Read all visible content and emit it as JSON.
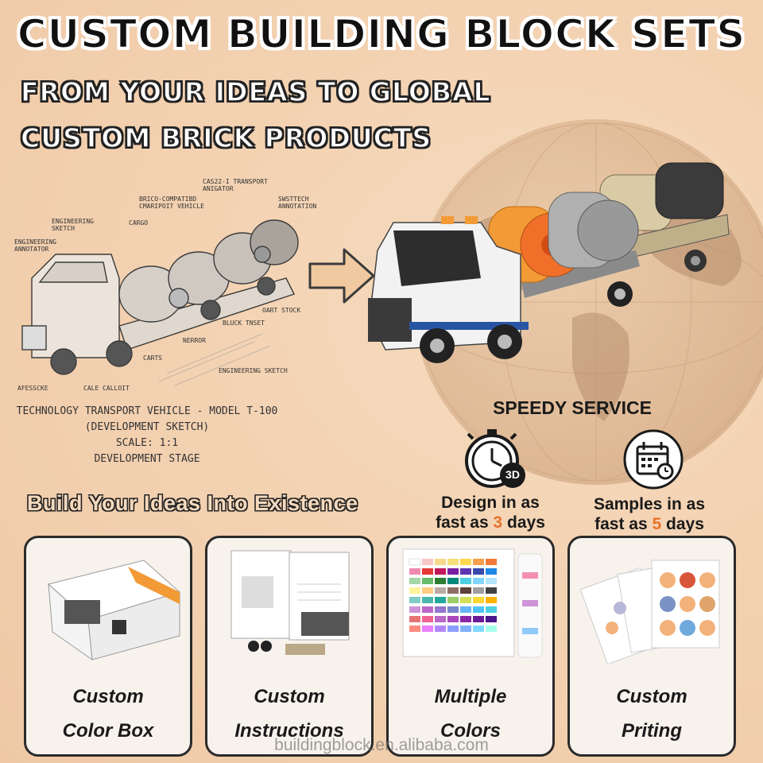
{
  "header": {
    "title": "CUSTOM BUILDING BLOCK SETS",
    "subtitle_line1": "FROM YOUR IDEAS TO GLOBAL",
    "subtitle_line2": "CUSTOM BRICK PRODUCTS"
  },
  "sketch": {
    "labels": {
      "transport": "CAS22-I TRANSPORT ANIGATOR",
      "compatible": "BRICO-COMPATIBD CMARIPOIT VEHICLE",
      "swsttech": "SWSTTECH ANNOTATION",
      "eng_sketch_top": "ENGINEERING SKETCH",
      "cargo": "CARGO",
      "eng_annotator": "ENGINEERING ANNOTATOR",
      "oart_stock": "OART STOCK",
      "bluck_inset": "BLUCK TNSET",
      "nerror": "NERROR",
      "carts": "CARTS",
      "eng_sketch_bottom": "ENGINEERING SKETCH",
      "afessoke": "AFESSCKE",
      "cale_calloit": "CALE CALLOIT"
    },
    "caption_line1": "TECHNOLOGY TRANSPORT VEHICLE - MODEL T-100",
    "caption_line2": "(DEVELOPMENT SKETCH)",
    "caption_line3": "SCALE: 1:1",
    "caption_line4": "DEVELOPMENT STAGE"
  },
  "speedy": {
    "title": "SPEEDY SERVICE",
    "design_icon": "stopwatch-icon",
    "design_badge": "3D",
    "design_line1": "Design in as",
    "design_line2_pre": "fast as ",
    "design_days": "3",
    "design_line2_post": " days",
    "samples_icon": "calendar-icon",
    "samples_line1": "Samples in as",
    "samples_line2_pre": "fast as ",
    "samples_days": "5",
    "samples_line2_post": " days"
  },
  "build_heading": "Build Your Ideas Into Existence",
  "cards": [
    {
      "line1": "Custom",
      "line2": "Color Box"
    },
    {
      "line1": "Custom",
      "line2": "Instructions"
    },
    {
      "line1": "Multiple",
      "line2": "Colors"
    },
    {
      "line1": "Custom",
      "line2": "Priting"
    }
  ],
  "watermark": "buildingblock.en.alibaba.com",
  "colors": {
    "accent": "#e8732a",
    "background": "#f3d2b2"
  }
}
